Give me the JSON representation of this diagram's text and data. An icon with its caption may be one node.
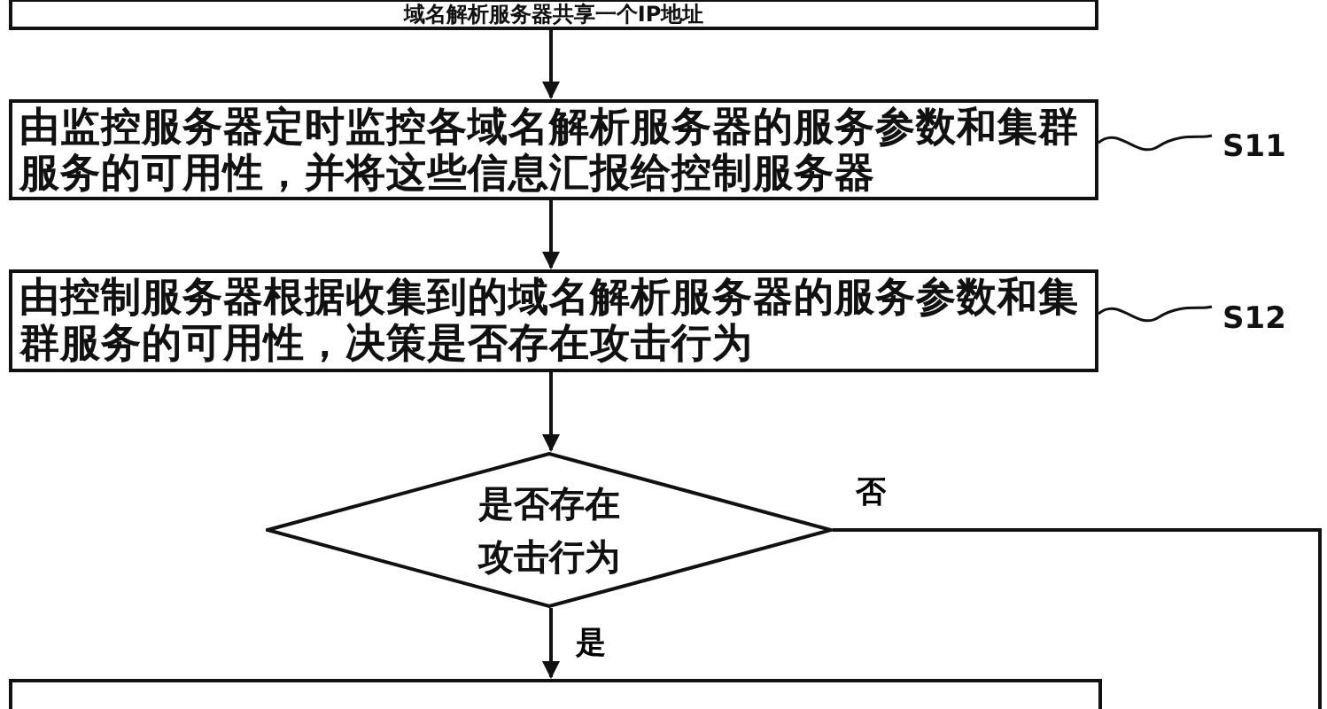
{
  "diagram": {
    "nodes": [
      {
        "text": [
          "域名解析服务器共享一个IP地址"
        ]
      },
      {
        "text": [
          "由监控服务器定时监控各域名解析服务器的服务参数和集群服务的可用性，并将这些信息汇报给控制服务器"
        ]
      },
      {
        "text": [
          "由控制服务器根据收集到的域名解析服务器的服务参数和集群服务的可用性，决策是否存在攻击行为"
        ]
      },
      {
        "text": [
          "是否存在攻击行为"
        ]
      },
      {
        "text": [],
        "shape": "box"
      },
      {
        "text": [
          "S11"
        ]
      },
      {
        "text": [
          "S12"
        ]
      }
    ],
    "edges": [
      {
        "from": 0,
        "to": 1,
        "arrow": "to"
      },
      {
        "from": 1,
        "to": 2,
        "arrow": "to"
      },
      {
        "from": 2,
        "to": 3,
        "arrow": "to"
      },
      {
        "from": 3,
        "to": 4,
        "arrow": "to",
        "label": "是"
      },
      {
        "from": 3,
        "to": null,
        "arrow": "none",
        "label": "否"
      },
      {
        "from": 5,
        "to": 1,
        "arrow": "none"
      },
      {
        "from": 6,
        "to": 2,
        "arrow": "none"
      }
    ]
  }
}
